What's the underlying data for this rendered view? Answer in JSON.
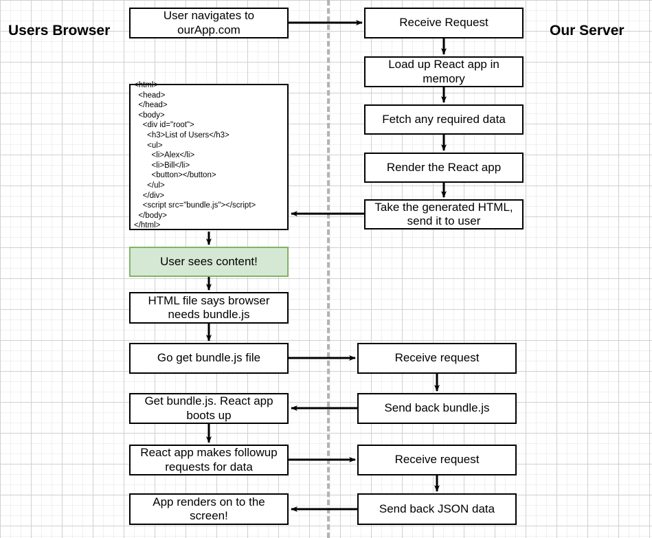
{
  "diagram": {
    "title_left": "Users Browser",
    "title_right": "Our Server",
    "colors": {
      "node_border": "#000000",
      "node_fill": "#ffffff",
      "highlight_fill": "#d5e8d4",
      "highlight_border": "#82b366",
      "divider": "#b3b3b3",
      "grid_minor": "#f0f0f0",
      "grid_major": "#d0d0d0"
    },
    "browser_nodes": [
      {
        "id": "navigate",
        "label": "User navigates to\nourApp.com"
      },
      {
        "id": "user-sees-content",
        "label": "User sees content!"
      },
      {
        "id": "html-needs-bundle",
        "label": "HTML file says browser\nneeds bundle.js"
      },
      {
        "id": "go-get-bundle",
        "label": "Go get bundle.js file"
      },
      {
        "id": "react-boots-up",
        "label": "Get bundle.js.  React app\nboots up"
      },
      {
        "id": "followup-requests",
        "label": "React app makes followup\nrequests for data"
      },
      {
        "id": "app-renders",
        "label": "App renders on to the\nscreen!"
      }
    ],
    "server_nodes": [
      {
        "id": "receive-request-1",
        "label": "Receive Request"
      },
      {
        "id": "load-react-app",
        "label": "Load up React app in\nmemory"
      },
      {
        "id": "fetch-data",
        "label": "Fetch any required data"
      },
      {
        "id": "render-react-app",
        "label": "Render the React app"
      },
      {
        "id": "send-html",
        "label": "Take the generated HTML,\nsend it to user"
      },
      {
        "id": "receive-request-2",
        "label": "Receive request"
      },
      {
        "id": "send-bundle",
        "label": "Send back bundle.js"
      },
      {
        "id": "receive-request-3",
        "label": "Receive request"
      },
      {
        "id": "send-json",
        "label": "Send back JSON data"
      }
    ],
    "code_block": {
      "id": "html-document-snippet",
      "text": "<html>\n  <head>\n  </head>\n  <body>\n    <div id=\"root\">\n      <h3>List of Users</h3>\n      <ul>\n        <li>Alex</li>\n        <li>Bill</li>\n        <button></button>\n      </ul>\n    </div>\n    <script src=\"bundle.js\"></script>\n  </body>\n</html>"
    }
  }
}
